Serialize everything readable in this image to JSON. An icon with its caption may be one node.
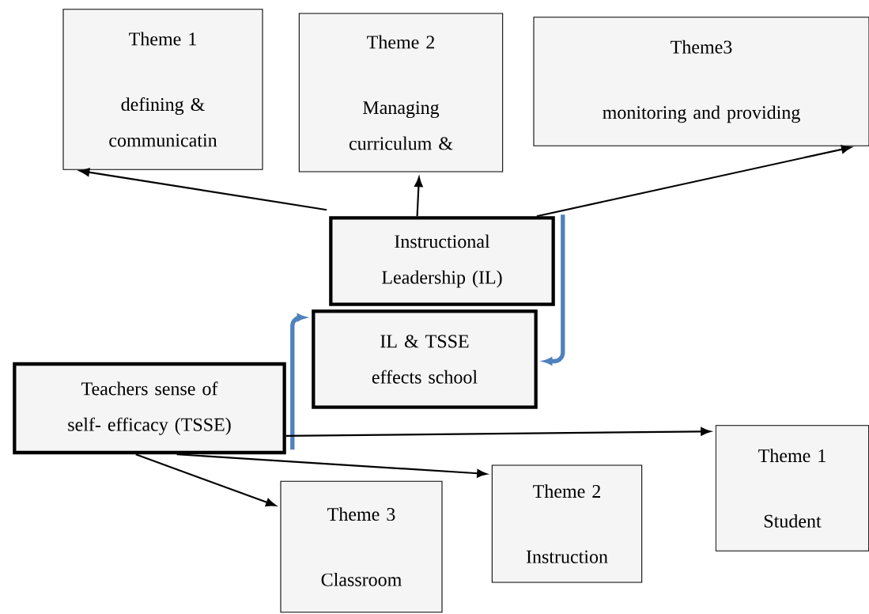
{
  "diagram": {
    "nodes": [
      {
        "text": [
          "Theme 1",
          "defining & communicatin"
        ]
      },
      {
        "text": [
          "Theme 2",
          "Managing curriculum &"
        ]
      },
      {
        "text": [
          "Theme3",
          "monitoring and providing"
        ]
      },
      {
        "text": [
          "Instructional Leadership (IL)"
        ]
      },
      {
        "text": [
          "IL & TSSE effects school"
        ]
      },
      {
        "text": [
          "Teachers sense of self- efficacy (TSSE)"
        ]
      },
      {
        "text": [
          "Theme 1",
          "Student"
        ]
      },
      {
        "text": [
          "Theme 2",
          "Instruction"
        ]
      },
      {
        "text": [
          "Theme 3",
          "Classroom"
        ]
      }
    ],
    "edges": [
      {
        "from": 3,
        "to": 0,
        "arrow": "to"
      },
      {
        "from": 3,
        "to": 1,
        "arrow": "to"
      },
      {
        "from": 3,
        "to": 2,
        "arrow": "to"
      },
      {
        "from": 5,
        "to": 4,
        "arrow": "to",
        "style": "thick",
        "color": "#4f81bd"
      },
      {
        "from": 3,
        "to": 4,
        "arrow": "to",
        "style": "thick",
        "color": "#4f81bd"
      },
      {
        "from": 5,
        "to": 6,
        "arrow": "to"
      },
      {
        "from": 5,
        "to": 7,
        "arrow": "to"
      },
      {
        "from": 5,
        "to": 8,
        "arrow": "to"
      }
    ]
  }
}
